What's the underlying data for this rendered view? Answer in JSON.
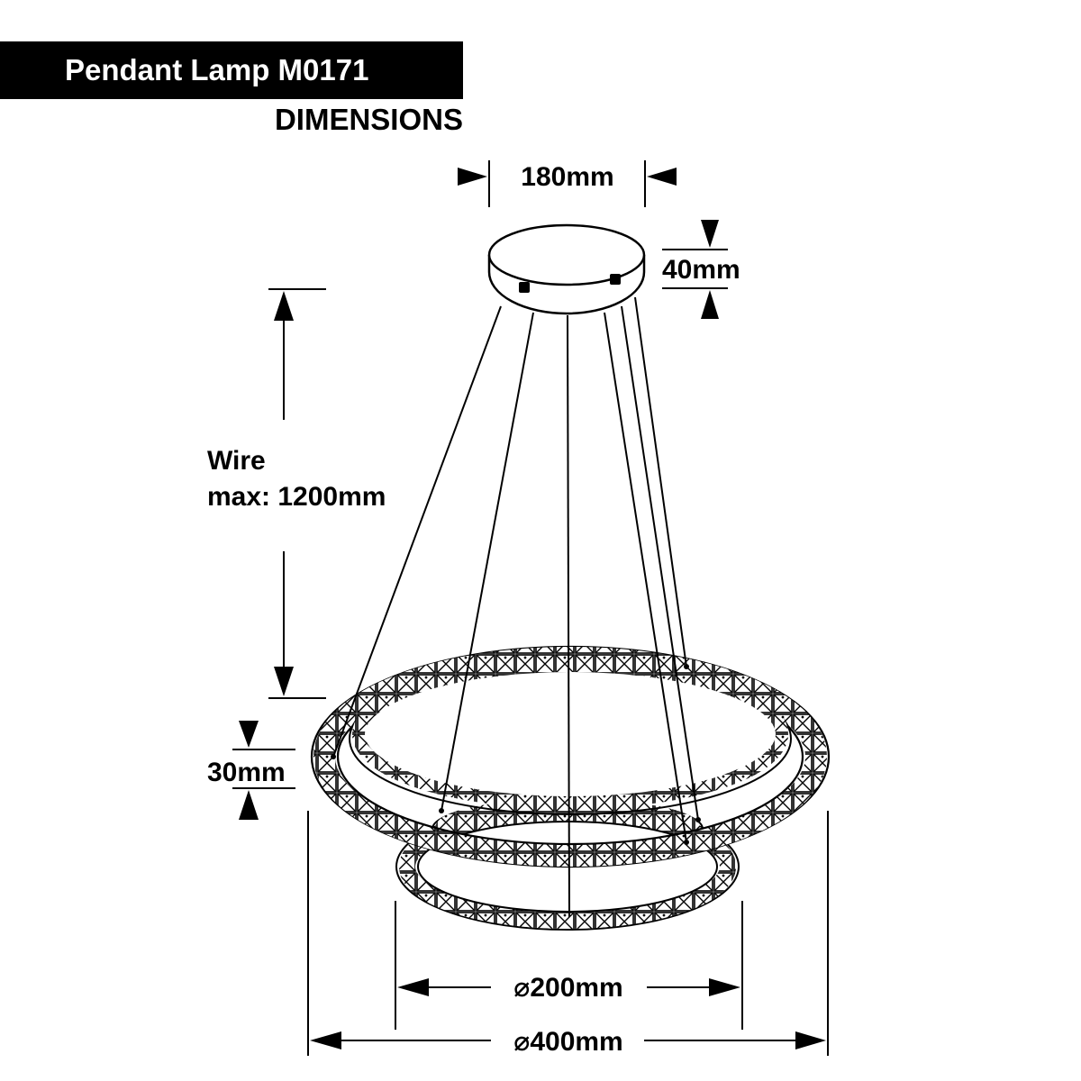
{
  "header": {
    "title": "Pendant Lamp M0171",
    "subtitle": "DIMENSIONS"
  },
  "dimensions": {
    "canopy_width": "180mm",
    "canopy_height": "40mm",
    "wire_label": "Wire",
    "wire_max": "max: 1200mm",
    "ring_height": "30mm",
    "small_diameter": "⌀200mm",
    "large_diameter": "⌀400mm"
  },
  "colors": {
    "ink": "#000000",
    "background": "#ffffff"
  }
}
